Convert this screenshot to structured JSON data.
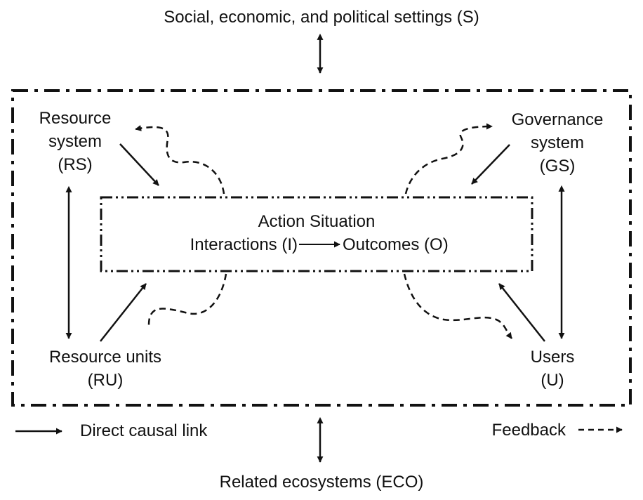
{
  "settings": "Social, economic, and political settings (S)",
  "ecosystems": "Related ecosystems (ECO)",
  "resource_system": [
    "Resource",
    "system",
    "(RS)"
  ],
  "governance_system": [
    "Governance",
    "system",
    "(GS)"
  ],
  "resource_units": [
    "Resource units",
    "(RU)"
  ],
  "users": [
    "Users",
    "(U)"
  ],
  "action_situation": {
    "title": "Action Situation",
    "interactions": "Interactions (I)",
    "outcomes": "Outcomes (O)"
  },
  "legend": {
    "direct": "Direct causal link",
    "feedback": "Feedback"
  }
}
